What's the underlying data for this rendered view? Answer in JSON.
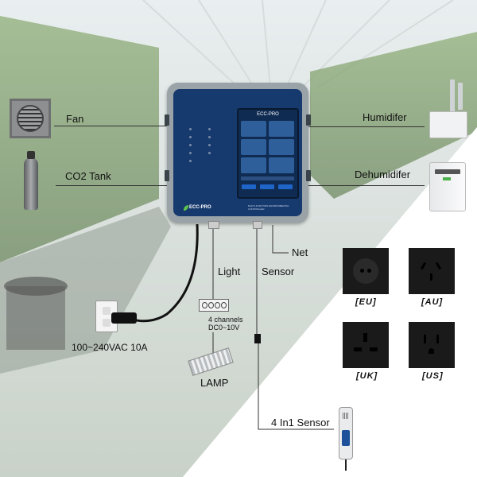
{
  "devices": {
    "fan": "Fan",
    "co2_tank": "CO2 Tank",
    "humidifier": "Humidifer",
    "dehumidifier": "Dehumidifer"
  },
  "ports": {
    "light": "Light",
    "sensor": "Sensor",
    "net": "Net"
  },
  "power": {
    "label": "100~240VAC  10A"
  },
  "light_module": {
    "channels": "4 channels",
    "range": "DC0~10V"
  },
  "lamp": "LAMP",
  "sensor_probe": "4 In1 Sensor",
  "controller": {
    "brand": "ECC-PRO",
    "screen_title": "ECC-PRO",
    "subtitle": "MULTI-FUNCTION ENVIRONMENTAL CONTROLLER"
  },
  "sockets": [
    {
      "code": "[EU]"
    },
    {
      "code": "[AU]"
    },
    {
      "code": "[UK]"
    },
    {
      "code": "[US]"
    }
  ],
  "colors": {
    "controller_face": "#173a6e",
    "brand_leaf": "#5ec24a",
    "socket": "#1a1a1a"
  }
}
